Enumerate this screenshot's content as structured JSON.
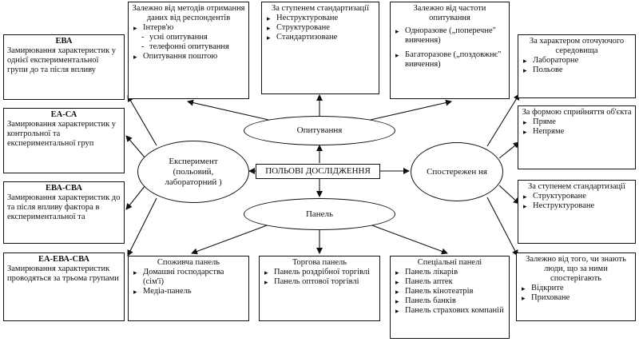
{
  "center": {
    "label": "ПОЛЬОВІ ДОСЛІДЖЕННЯ"
  },
  "ellipses": {
    "survey": "Опитування",
    "experiment": "Експеримент (польовий, лабораторний )",
    "observation": "Спостережен ня",
    "panel": "Панель"
  },
  "left_boxes": [
    {
      "title": "ЕВА",
      "body": "Замирювання характеристик у однієї експериментальної групи до та після впливу"
    },
    {
      "title": "ЕА-СА",
      "body": "Замирювання характеристик у контрольної та експериментальної груп"
    },
    {
      "title": "ЕВА-СВА",
      "body": "Замирювання характеристик до та після впливу фактора в експериментальної та"
    },
    {
      "title": "ЕА-ЕВА-СВА",
      "body": "Замирювання характеристик проводяться за трьома групами"
    }
  ],
  "top_boxes": {
    "methods": {
      "title": "Залежно від методів отримання даних від респондентів",
      "items": [
        {
          "text": "Інтерв'ю",
          "sub": false
        },
        {
          "text": "усні опитування",
          "sub": true
        },
        {
          "text": "телефонні опитування",
          "sub": true
        },
        {
          "text": "Опитування поштою",
          "sub": false
        }
      ]
    },
    "standard": {
      "title": "За ступенем стандартизації",
      "items": [
        "Неструктуроване",
        "Структуроване",
        "Стандартизоване"
      ]
    },
    "frequency": {
      "title": "Залежно від частоти опитування",
      "items": [
        "Одноразове („поперечне\" вивчення)",
        "Багаторазове („поздовжнє\" вивчення)"
      ]
    }
  },
  "right_boxes": [
    {
      "title": "За характером оточуючого середовища",
      "items": [
        "Лабораторне",
        "Польове"
      ]
    },
    {
      "title": "За формою сприйняття об'єкта",
      "items": [
        "Пряме",
        "Непряме"
      ]
    },
    {
      "title": "За ступенем стандартизації",
      "items": [
        "Структуроване",
        "Неструктуроване"
      ]
    },
    {
      "title": "Залежно від того, чи знають люди, що за ними спостерігають",
      "items": [
        "Відкрите",
        "Приховане"
      ]
    }
  ],
  "bottom_boxes": {
    "consumer": {
      "title": "Споживча панель",
      "items": [
        "Домашні господарства (сім'ї)",
        "Медіа-панель"
      ]
    },
    "trade": {
      "title": "Торгова панель",
      "items": [
        "Панель роздрібної торгівлі",
        "Панель оптової торгівлі"
      ]
    },
    "special": {
      "title": "Спеціальні панелі",
      "items": [
        "Панель лікарів",
        "Панель аптек",
        "Панель кінотеатрів",
        "Панель банків",
        "Панель страхових компаній"
      ]
    }
  }
}
